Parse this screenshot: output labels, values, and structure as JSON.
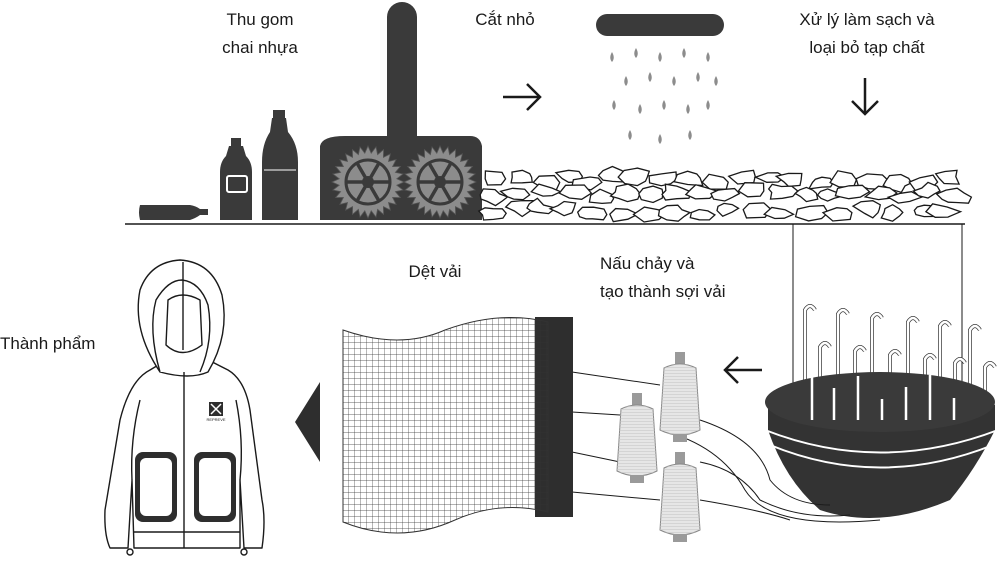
{
  "diagram": {
    "steps": [
      {
        "id": "collect",
        "lines": [
          "Thu gom",
          "chai nhựa"
        ]
      },
      {
        "id": "shred",
        "lines": [
          "Cắt nhỏ"
        ]
      },
      {
        "id": "clean",
        "lines": [
          "Xử lý làm sạch và",
          "loại bỏ tạp chất"
        ]
      },
      {
        "id": "melt",
        "lines": [
          "Nấu chảy và",
          "tạo thành sợi vải"
        ]
      },
      {
        "id": "weave",
        "lines": [
          "Dệt vải"
        ]
      },
      {
        "id": "final",
        "lines": [
          "Thành phẩm"
        ]
      }
    ],
    "jacket_logo_text": "REPREVE",
    "colors": {
      "ink": "#1a1a1a",
      "dark": "#3a3a3a",
      "gear": "#8c8c8c",
      "spool": "#e6e6e6",
      "background": "#ffffff"
    },
    "icons": [
      "arrow-right-icon",
      "arrow-down-icon",
      "arrow-left-icon",
      "triangle-left-icon",
      "gear-icon",
      "bottle-icon",
      "spool-icon",
      "jacket-icon"
    ]
  }
}
